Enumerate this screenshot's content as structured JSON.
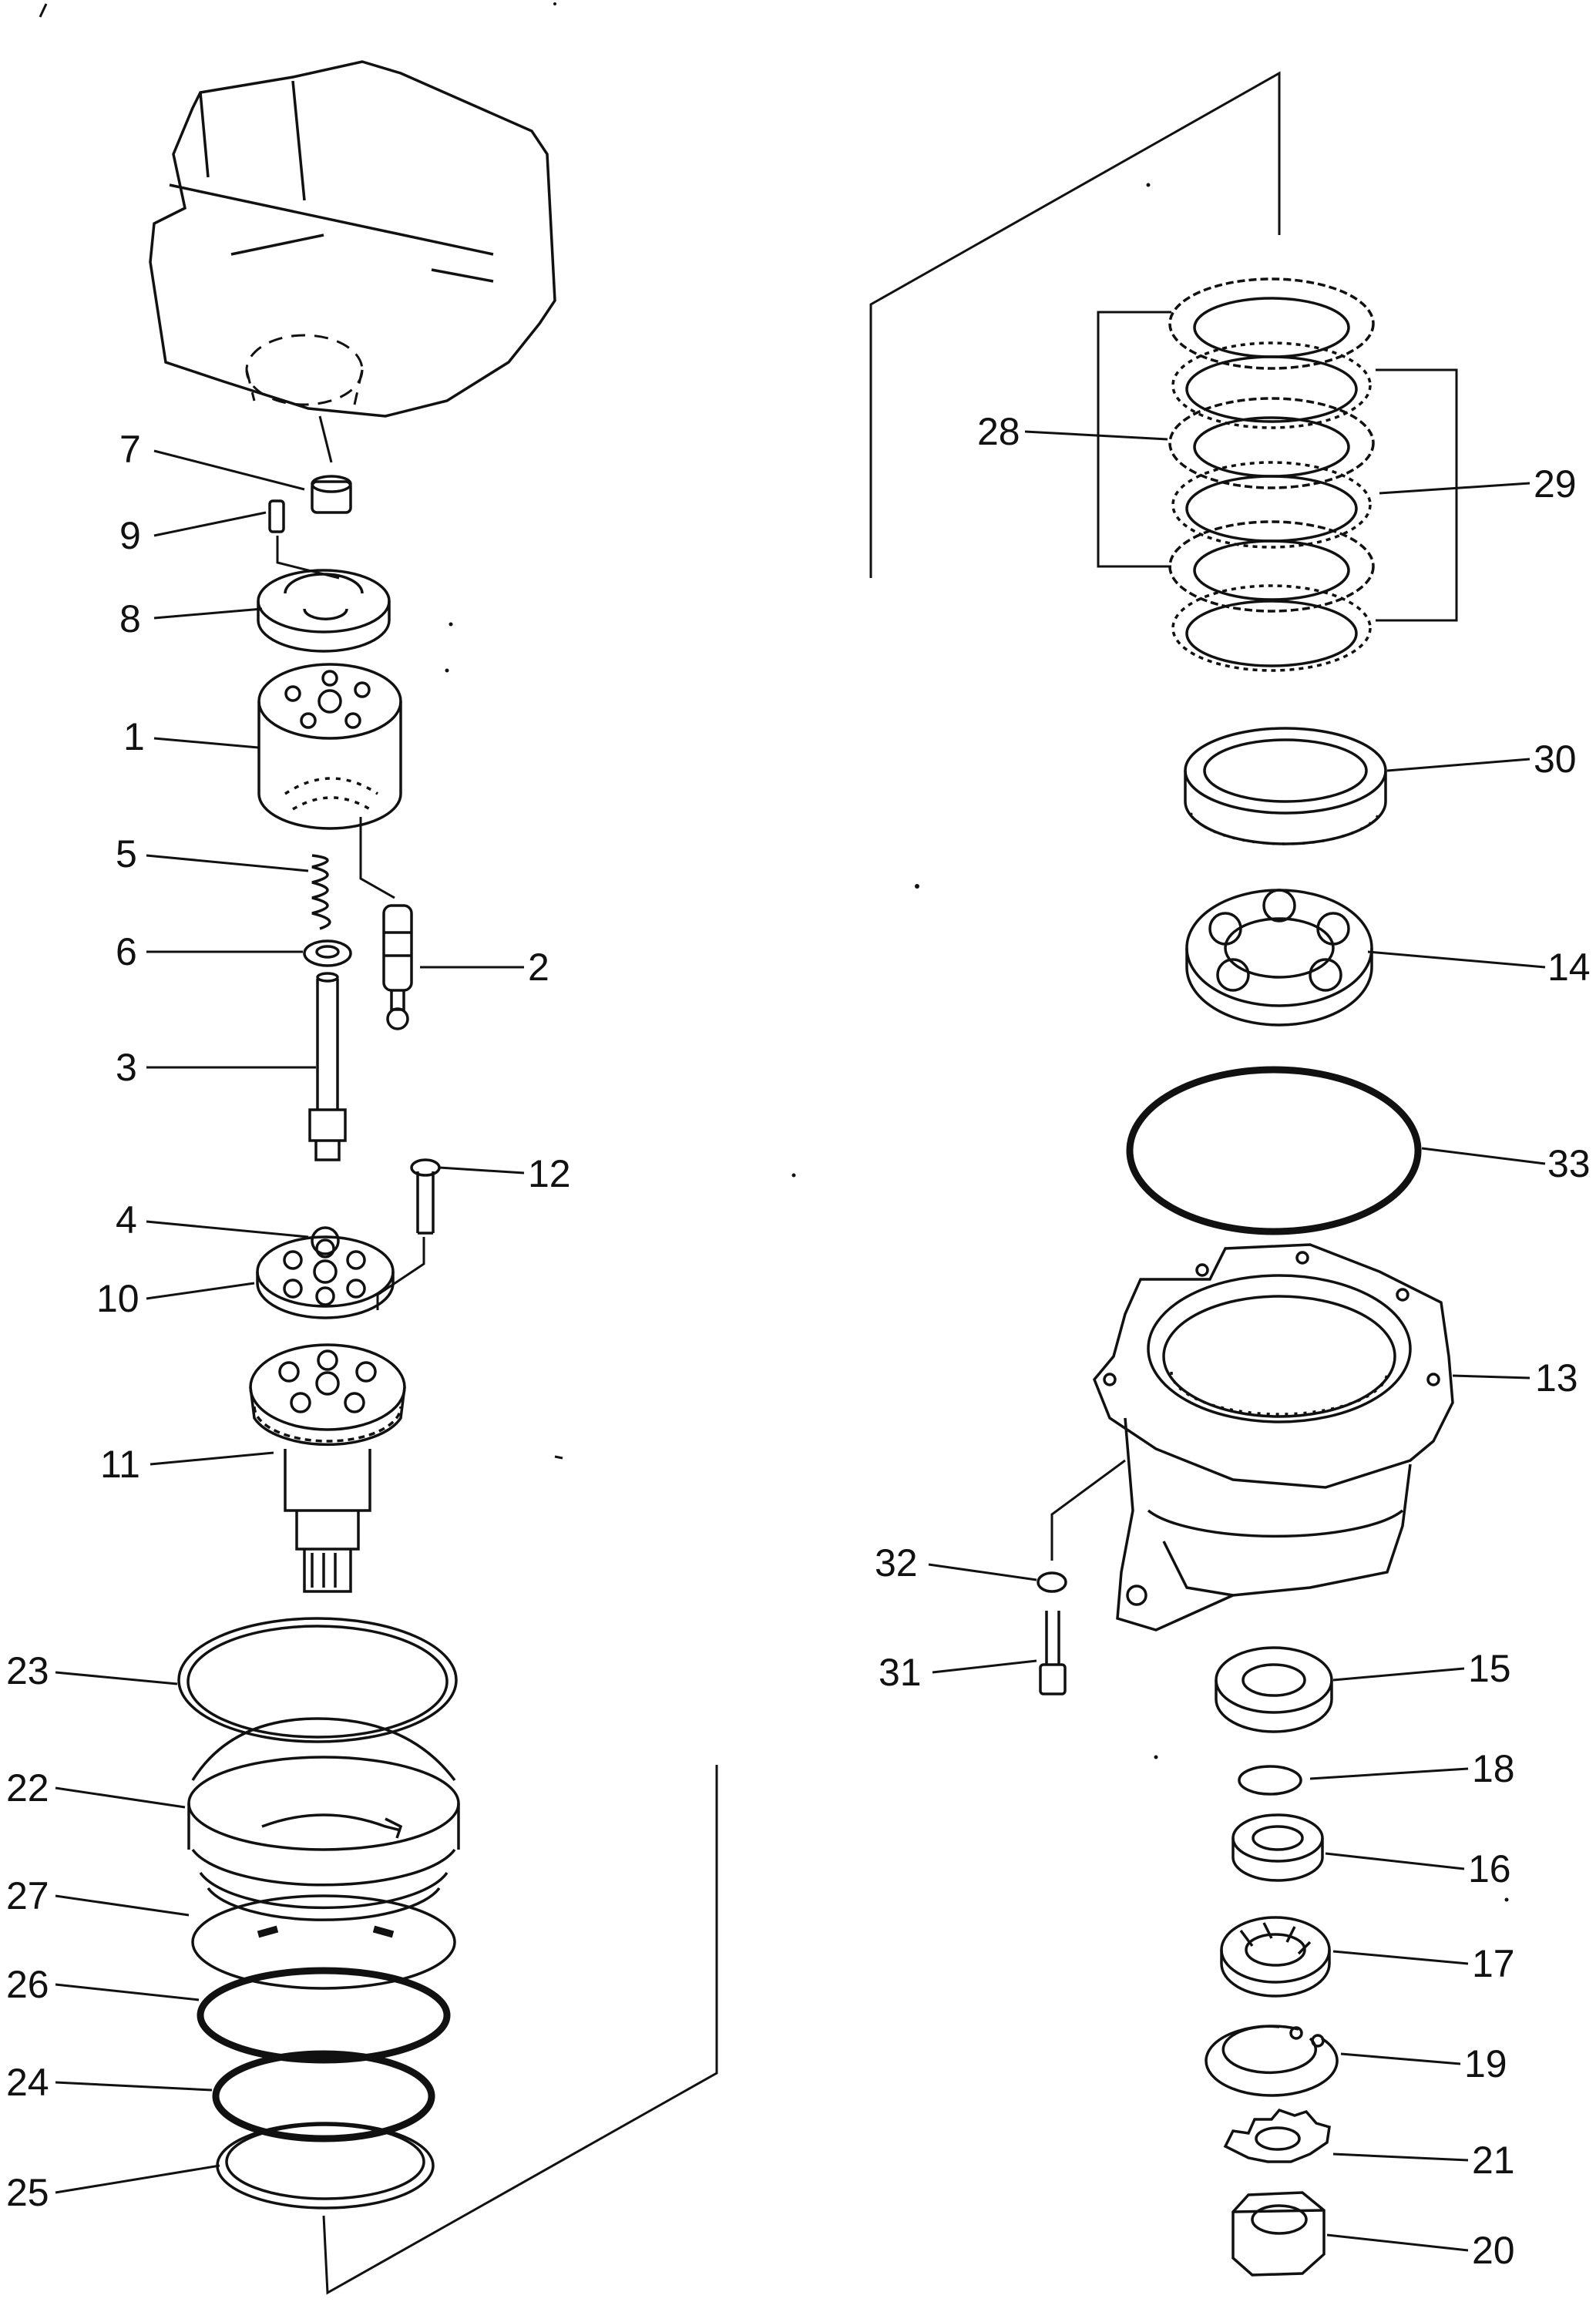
{
  "callouts": [
    {
      "id": "c1",
      "label": "1"
    },
    {
      "id": "c2",
      "label": "2"
    },
    {
      "id": "c3",
      "label": "3"
    },
    {
      "id": "c4",
      "label": "4"
    },
    {
      "id": "c5",
      "label": "5"
    },
    {
      "id": "c6",
      "label": "6"
    },
    {
      "id": "c7",
      "label": "7"
    },
    {
      "id": "c8",
      "label": "8"
    },
    {
      "id": "c9",
      "label": "9"
    },
    {
      "id": "c10",
      "label": "10"
    },
    {
      "id": "c11",
      "label": "11"
    },
    {
      "id": "c12",
      "label": "12"
    },
    {
      "id": "c13",
      "label": "13"
    },
    {
      "id": "c14",
      "label": "14"
    },
    {
      "id": "c15",
      "label": "15"
    },
    {
      "id": "c16",
      "label": "16"
    },
    {
      "id": "c17",
      "label": "17"
    },
    {
      "id": "c18",
      "label": "18"
    },
    {
      "id": "c19",
      "label": "19"
    },
    {
      "id": "c20",
      "label": "20"
    },
    {
      "id": "c21",
      "label": "21"
    },
    {
      "id": "c22",
      "label": "22"
    },
    {
      "id": "c23",
      "label": "23"
    },
    {
      "id": "c24",
      "label": "24"
    },
    {
      "id": "c25",
      "label": "25"
    },
    {
      "id": "c26",
      "label": "26"
    },
    {
      "id": "c27",
      "label": "27"
    },
    {
      "id": "c28",
      "label": "28"
    },
    {
      "id": "c29",
      "label": "29"
    },
    {
      "id": "c30",
      "label": "30"
    },
    {
      "id": "c31",
      "label": "31"
    },
    {
      "id": "c32",
      "label": "32"
    },
    {
      "id": "c33",
      "label": "33"
    }
  ],
  "colors": {
    "ink": "#111111",
    "paper": "#ffffff"
  }
}
